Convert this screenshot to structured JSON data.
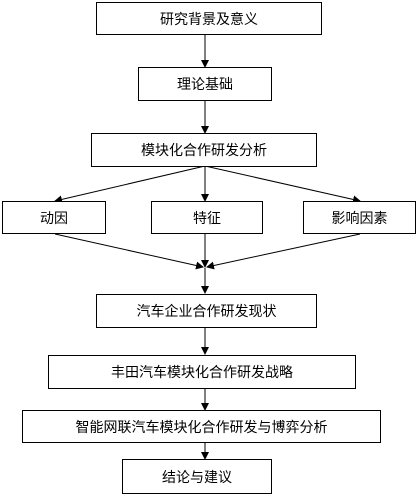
{
  "nodes": {
    "research_background": "研究背景及意义",
    "theory_basis": "理论基础",
    "modular_collab_analysis": "模块化合作研发分析",
    "motivation": "动因",
    "features": "特征",
    "influencing_factors": "影响因素",
    "industry_status": "汽车企业合作研发现状",
    "toyota_strategy": "丰田汽车模块化合作研发战略",
    "icv_game_analysis": "智能网联汽车模块化合作研发与博弈分析",
    "conclusion": "结论与建议"
  },
  "colors": {
    "line": "#000000",
    "box_border": "#000000",
    "background": "#ffffff"
  }
}
